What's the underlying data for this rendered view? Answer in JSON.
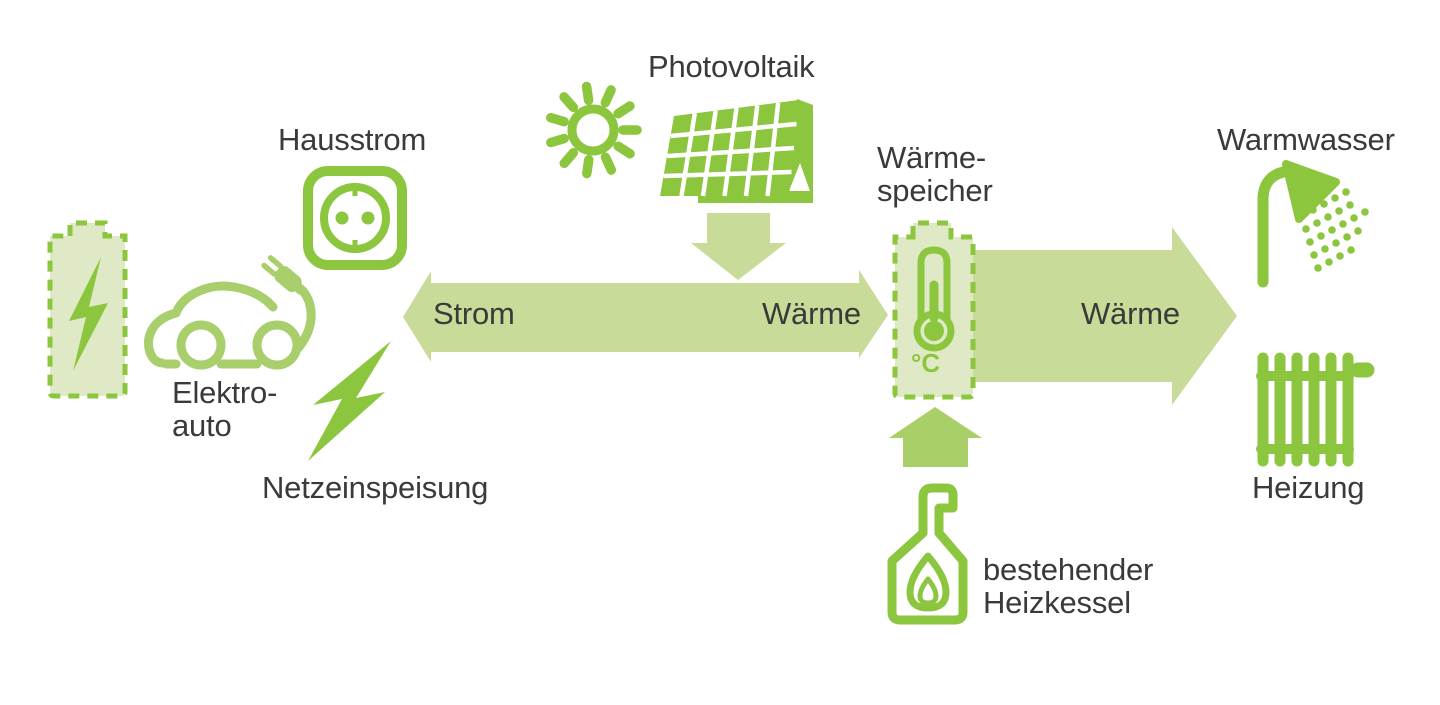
{
  "colors": {
    "icon_green": "#8cc63e",
    "car_green": "#a9cf6c",
    "flow_light": "#c8db98",
    "flow_medium": "#a8cf68",
    "container_fill": "#dfe9c5",
    "label_text": "#3a3a3a",
    "background": "#ffffff"
  },
  "labels": {
    "hausstrom": "Hausstrom",
    "photovoltaik": "Photovoltaik",
    "waermespeicher_line1": "Wärme-",
    "waermespeicher_line2": "speicher",
    "warmwasser": "Warmwasser",
    "elektroauto_line1": "Elektro-",
    "elektroauto_line2": "auto",
    "netzeinspeisung": "Netzeinspeisung",
    "heizkessel_line1": "bestehender",
    "heizkessel_line2": "Heizkessel",
    "heizung": "Heizung",
    "celsius": "°C"
  },
  "flows": {
    "strom": "Strom",
    "waerme_mid": "Wärme",
    "waerme_right": "Wärme"
  },
  "icons": {
    "battery": "dashed-battery-with-lightning-bolt",
    "electric_car": "car-outline-with-charging-plug",
    "power_socket": "rounded-square-socket",
    "grid_feed_bolt": "lightning-bolt",
    "sun": "sun-with-rays",
    "solar_panel": "tilted-solar-panel",
    "heat_storage": "dashed-tank",
    "thermometer": "thermometer",
    "boiler": "boiler-with-flame",
    "shower": "shower-head-with-spray",
    "radiator": "radiator"
  }
}
